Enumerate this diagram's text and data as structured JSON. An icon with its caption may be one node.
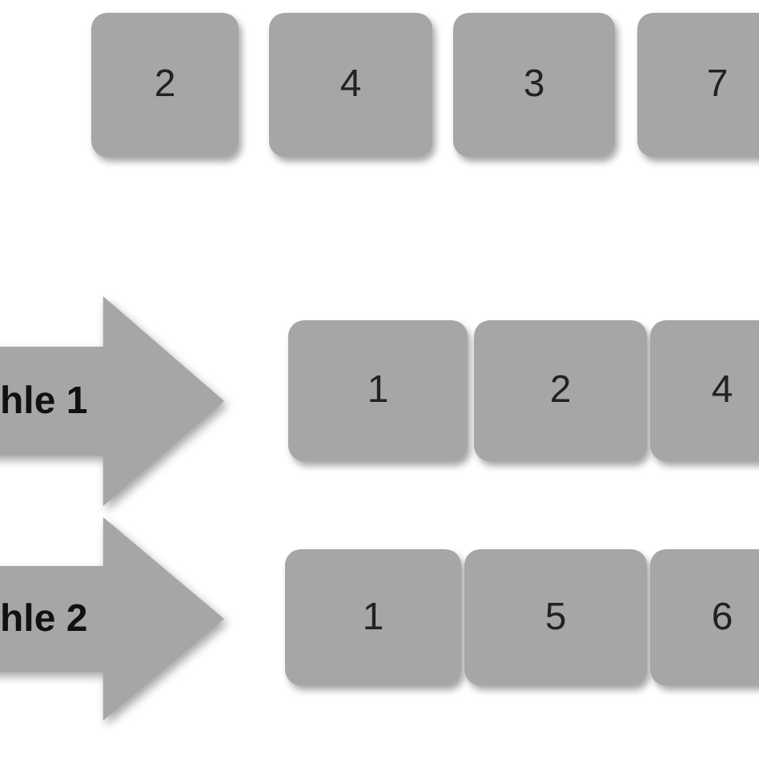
{
  "diagram": {
    "nodes": [
      {
        "text": [
          "2"
        ]
      },
      {
        "text": [
          "4"
        ]
      },
      {
        "text": [
          "3"
        ]
      },
      {
        "text": [
          "7"
        ]
      },
      {
        "text": [
          "hle 1"
        ]
      },
      {
        "text": [
          "1"
        ]
      },
      {
        "text": [
          "2"
        ]
      },
      {
        "text": [
          "4"
        ]
      },
      {
        "text": [
          "hle 2"
        ]
      },
      {
        "text": [
          "1"
        ]
      },
      {
        "text": [
          "5"
        ]
      },
      {
        "text": [
          "6"
        ]
      }
    ]
  }
}
